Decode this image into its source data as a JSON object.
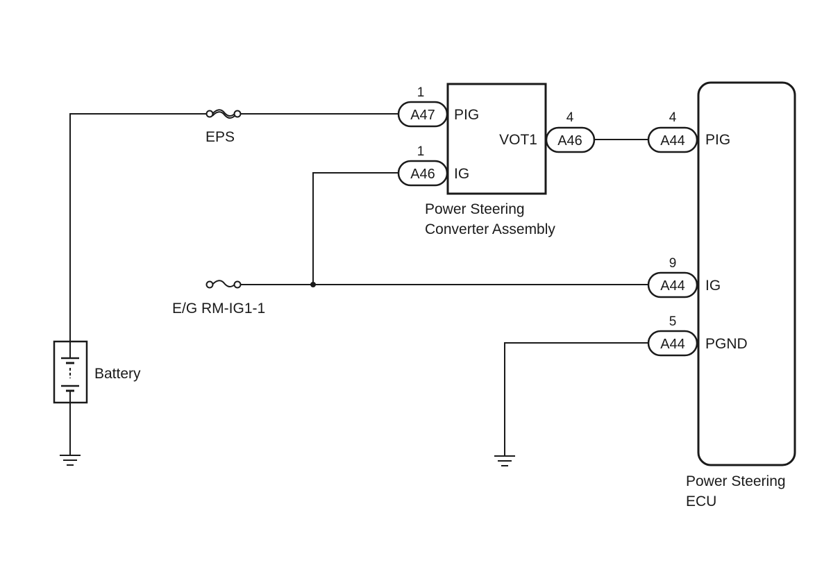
{
  "fuses": {
    "eps": "EPS",
    "eg_rm_ig1": "E/G RM-IG1-1"
  },
  "battery": {
    "label": "Battery"
  },
  "converter": {
    "label_line1": "Power Steering",
    "label_line2": "Converter Assembly",
    "terminals": {
      "pig": "PIG",
      "ig": "IG",
      "vot1": "VOT1"
    },
    "connectors": {
      "pig": {
        "name": "A47",
        "pin": "1"
      },
      "ig": {
        "name": "A46",
        "pin": "1"
      },
      "vot1": {
        "name": "A46",
        "pin": "4"
      }
    }
  },
  "ecu": {
    "label_line1": "Power Steering",
    "label_line2": "ECU",
    "terminals": {
      "pig": "PIG",
      "ig": "IG",
      "pgnd": "PGND"
    },
    "connectors": {
      "pig": {
        "name": "A44",
        "pin": "4"
      },
      "ig": {
        "name": "A44",
        "pin": "9"
      },
      "pgnd": {
        "name": "A44",
        "pin": "5"
      }
    }
  }
}
